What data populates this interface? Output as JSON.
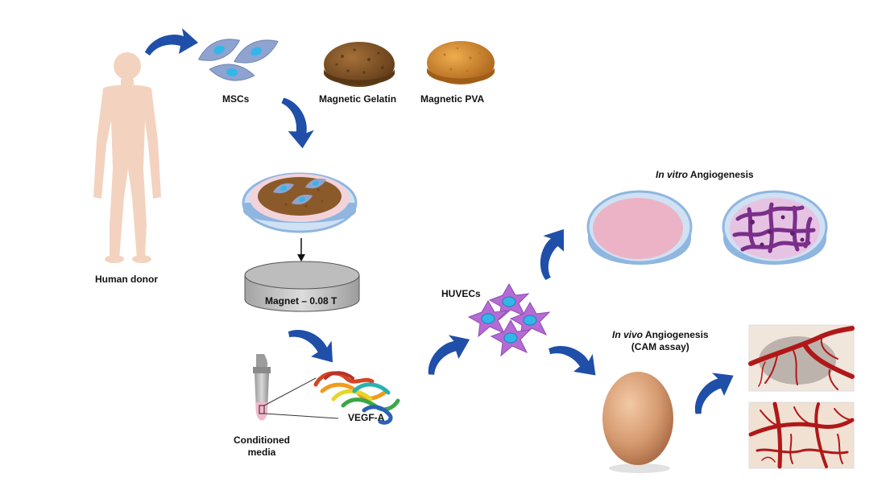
{
  "labels": {
    "human_donor": "Human donor",
    "mscs": "MSCs",
    "magnetic_gelatin": "Magnetic Gelatin",
    "magnetic_pva": "Magnetic PVA",
    "magnet": "Magnet – 0.08 T",
    "conditioned_media_line1": "Conditioned",
    "conditioned_media_line2": "media",
    "vegf": "VEGF-A",
    "huvecs": "HUVECs",
    "in_vitro_italic": "In vitro",
    "in_vitro_rest": " Angiogenesis",
    "in_vivo_italic": "In vivo",
    "in_vivo_rest": " Angiogenesis",
    "cam_assay": "(CAM assay)"
  },
  "colors": {
    "arrow": "#1f4fa8",
    "skin": "#f3d3bf",
    "cell_body": "#8ea3cf",
    "nucleus": "#33b6ea",
    "huvec": "#b46bd6",
    "gelatin_scaffold": "#8a5a2b",
    "pva_scaffold": "#d18a2f",
    "dish_rim": "#8fb6e0",
    "pink_gel": "#ecb3c6",
    "tube_network": "#7a2f8a",
    "egg": "#d8a078",
    "vessel": "#b01818"
  }
}
